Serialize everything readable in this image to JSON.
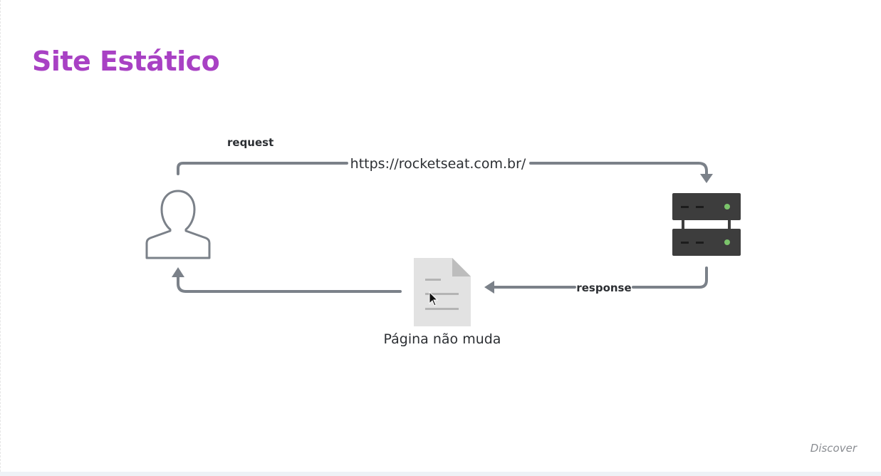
{
  "slide": {
    "title": "Site Estático",
    "footer": "Discover"
  },
  "diagram": {
    "request_label": "request",
    "url_label": "https://rocketseat.com.br/",
    "response_label": "response",
    "page_caption": "Página não muda",
    "icons": {
      "client": "user-icon",
      "server": "server-icon",
      "page": "document-icon",
      "pointer": "mouse-cursor-icon"
    }
  },
  "colors": {
    "title": "#a841c4",
    "arrow": "#7b8189",
    "server_body": "#3d3d3d",
    "server_led": "#7bc46b",
    "document": "#e2e2e2"
  }
}
